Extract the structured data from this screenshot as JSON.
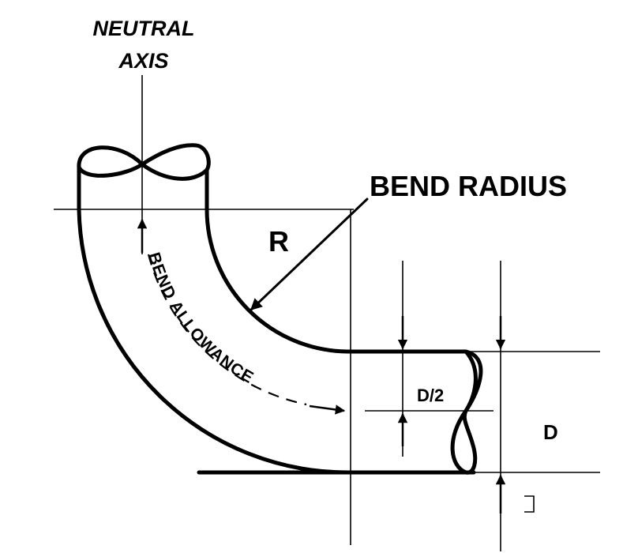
{
  "labels": {
    "neutral_axis_line1": "NEUTRAL",
    "neutral_axis_line2": "AXIS",
    "bend_radius": "BEND RADIUS",
    "radius_symbol": "R",
    "bend_allowance": "BEND ALLOWANCE",
    "half_diameter": "D/2",
    "diameter": "D"
  },
  "colors": {
    "ink": "#000000",
    "background": "#ffffff"
  }
}
